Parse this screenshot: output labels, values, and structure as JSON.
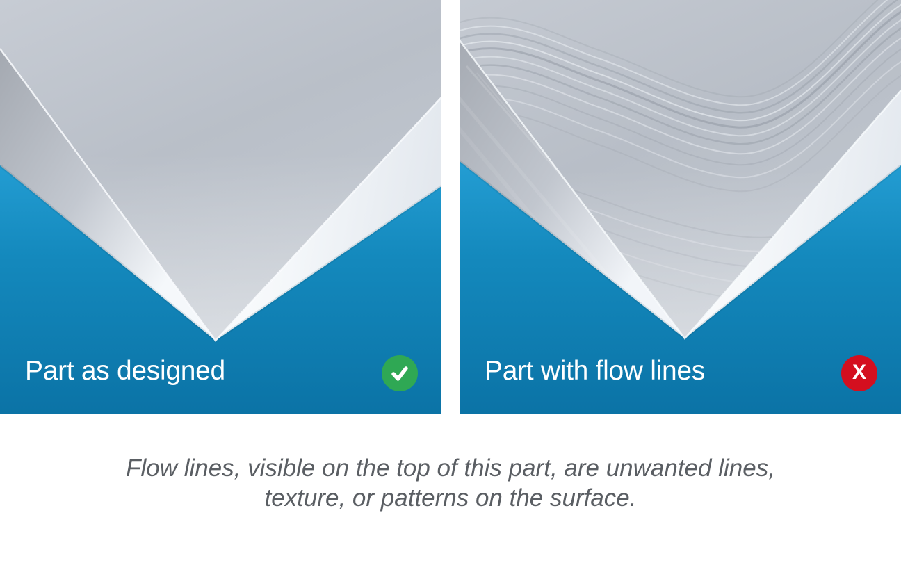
{
  "figure": {
    "type": "side-by-side comparison of injection-molded part renders"
  },
  "panels": [
    {
      "label": "Part as designed",
      "status": "good",
      "badge": {
        "icon": "check-icon",
        "glyph": "✓",
        "color": "#2fa854"
      }
    },
    {
      "label": "Part with flow lines",
      "status": "bad",
      "badge": {
        "icon": "x-icon",
        "glyph": "X",
        "color": "#d40f1f"
      }
    }
  ],
  "caption": {
    "line1": "Flow lines, visible on the top of this part, are unwanted lines,",
    "line2": "texture, or patterns on the surface."
  },
  "colors": {
    "panel_background_top": "#47bced",
    "panel_background_bottom": "#0b73a6",
    "check_green": "#2fa854",
    "x_red": "#d40f1f",
    "label_text": "#ffffff",
    "caption_text": "#5a5e63",
    "part_top_face": "#bcc2cb",
    "part_side_faces": "#f4f7fa"
  }
}
